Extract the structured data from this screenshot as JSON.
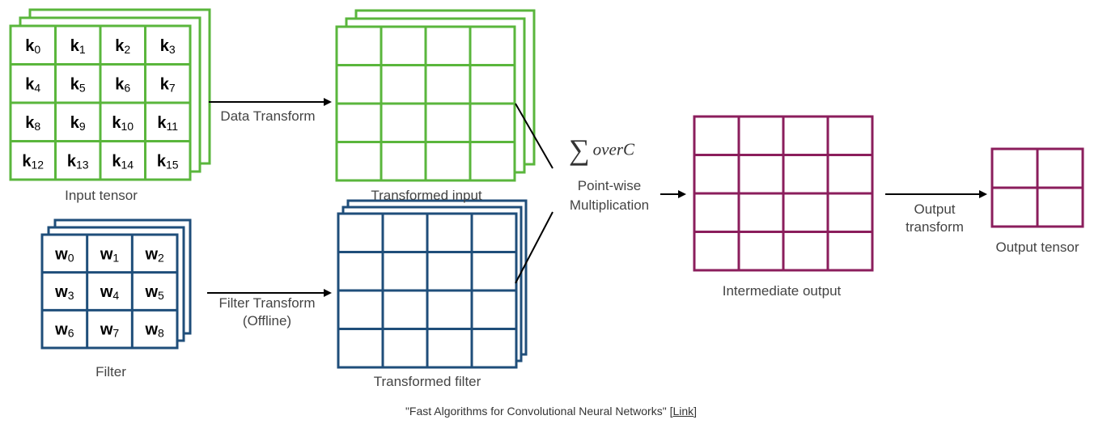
{
  "colors": {
    "input": "#5ab63c",
    "filter": "#1f4e7a",
    "output": "#8b1e5c",
    "text": "#333333"
  },
  "input_tensor": {
    "label": "Input tensor",
    "cells": [
      [
        [
          "k",
          "0"
        ],
        [
          "k",
          "1"
        ],
        [
          "k",
          "2"
        ],
        [
          "k",
          "3"
        ]
      ],
      [
        [
          "k",
          "4"
        ],
        [
          "k",
          "5"
        ],
        [
          "k",
          "6"
        ],
        [
          "k",
          "7"
        ]
      ],
      [
        [
          "k",
          "8"
        ],
        [
          "k",
          "9"
        ],
        [
          "k",
          "10"
        ],
        [
          "k",
          "11"
        ]
      ],
      [
        [
          "k",
          "12"
        ],
        [
          "k",
          "13"
        ],
        [
          "k",
          "14"
        ],
        [
          "k",
          "15"
        ]
      ]
    ]
  },
  "filter": {
    "label": "Filter",
    "cells": [
      [
        [
          "w",
          "0"
        ],
        [
          "w",
          "1"
        ],
        [
          "w",
          "2"
        ]
      ],
      [
        [
          "w",
          "3"
        ],
        [
          "w",
          "4"
        ],
        [
          "w",
          "5"
        ]
      ],
      [
        [
          "w",
          "6"
        ],
        [
          "w",
          "7"
        ],
        [
          "w",
          "8"
        ]
      ]
    ]
  },
  "data_transform": {
    "label": "Data Transform"
  },
  "filter_transform": {
    "line1": "Filter Transform",
    "line2": "(Offline)"
  },
  "transformed_input": {
    "label": "Transformed input"
  },
  "transformed_filter": {
    "label": "Transformed filter"
  },
  "sum": {
    "symbol": "∑",
    "text": "overC"
  },
  "pointwise": {
    "line1": "Point-wise",
    "line2": "Multiplication"
  },
  "intermediate_output": {
    "label": "Intermediate output"
  },
  "output_transform": {
    "line1": "Output",
    "line2": "transform"
  },
  "output_tensor": {
    "label": "Output tensor"
  },
  "footer": {
    "citation": "\"Fast Algorithms for Convolutional Neural Networks\" [",
    "link": "Link",
    "close": "]"
  }
}
